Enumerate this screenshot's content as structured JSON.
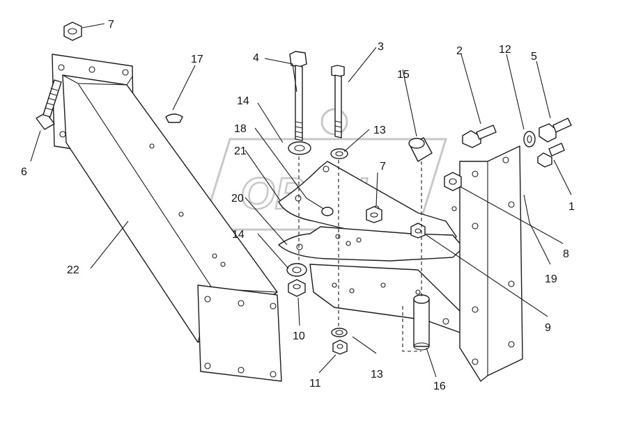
{
  "watermark": {
    "text": "OPEN"
  },
  "callouts": [
    {
      "id": "c1",
      "label": "1"
    },
    {
      "id": "c2",
      "label": "2"
    },
    {
      "id": "c3",
      "label": "3"
    },
    {
      "id": "c4",
      "label": "4"
    },
    {
      "id": "c5",
      "label": "5"
    },
    {
      "id": "c6",
      "label": "6"
    },
    {
      "id": "c7a",
      "label": "7"
    },
    {
      "id": "c7b",
      "label": "7"
    },
    {
      "id": "c8",
      "label": "8"
    },
    {
      "id": "c9",
      "label": "9"
    },
    {
      "id": "c10",
      "label": "10"
    },
    {
      "id": "c11",
      "label": "11"
    },
    {
      "id": "c12",
      "label": "12"
    },
    {
      "id": "c13a",
      "label": "13"
    },
    {
      "id": "c13b",
      "label": "13"
    },
    {
      "id": "c14a",
      "label": "14"
    },
    {
      "id": "c14b",
      "label": "14"
    },
    {
      "id": "c15",
      "label": "15"
    },
    {
      "id": "c16",
      "label": "16"
    },
    {
      "id": "c17",
      "label": "17"
    },
    {
      "id": "c18",
      "label": "18"
    },
    {
      "id": "c19",
      "label": "19"
    },
    {
      "id": "c20",
      "label": "20"
    },
    {
      "id": "c21",
      "label": "21"
    },
    {
      "id": "c22",
      "label": "22"
    }
  ]
}
